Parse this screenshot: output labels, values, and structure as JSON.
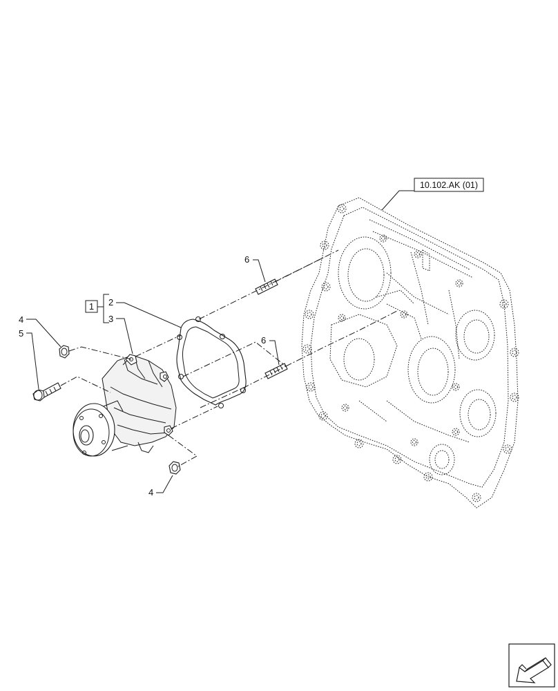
{
  "callouts": {
    "group_box": "1",
    "item_2": "2",
    "item_3": "3",
    "item_4_upper": "4",
    "item_5": "5",
    "item_4_lower": "4",
    "item_6_upper": "6",
    "item_6_lower": "6"
  },
  "reference": {
    "housing_ref": "10.102.AK (01)"
  },
  "icons": {
    "corner": "arrow-navigation-icon"
  }
}
